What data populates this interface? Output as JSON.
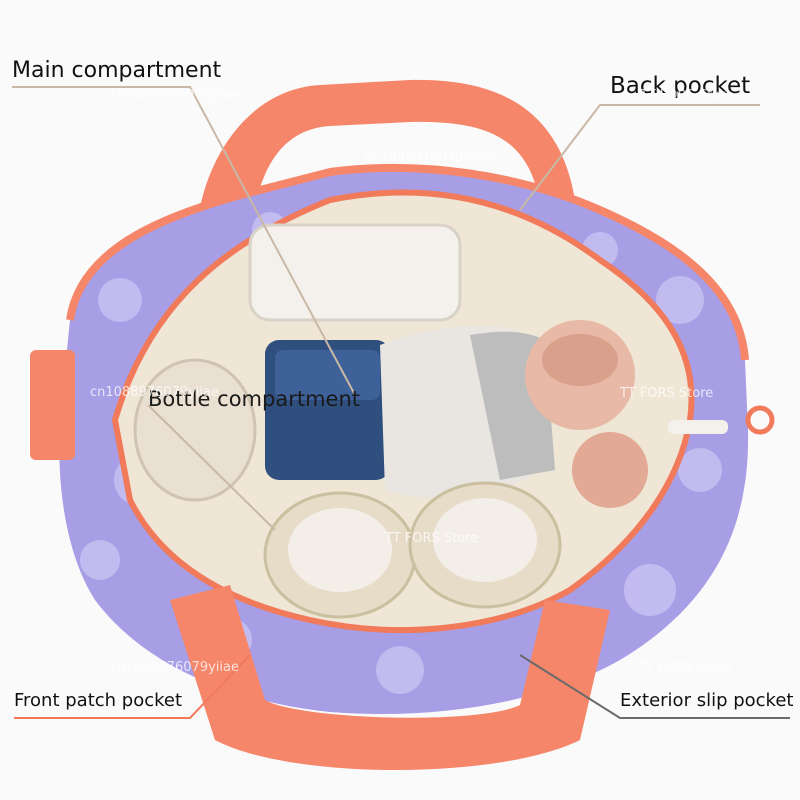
{
  "callouts": {
    "main_compartment": "Main compartment",
    "back_pocket": "Back pocket",
    "bottle_compartment": "Bottle compartment",
    "front_patch_pocket": "Front patch pocket",
    "exterior_slip_pocket": "Exterior slip pocket"
  },
  "watermarks": {
    "shop_id_top_left": "cn108897m6079yiiae",
    "shop_id_top_center": "cn1088976079yiiae",
    "store_top_right": "TT FORS Store",
    "shop_id_left_mid": "cn1088976079yiiae",
    "store_right_mid": "TT FORS Store",
    "store_center": "TT FORS Store",
    "shop_id_bottom_left": "cn1088976079yiiae",
    "store_bottom_right": "TT FORS Store"
  },
  "colors": {
    "bag_fabric": "#a79ee6",
    "bag_fabric_dark": "#8f86d6",
    "heart_print": "#c9c2f3",
    "strap_orange": "#f5866a",
    "lining": "#efe6d6",
    "leader_line": "#c9b8a6",
    "leader_line_orange": "#f07a5a"
  }
}
